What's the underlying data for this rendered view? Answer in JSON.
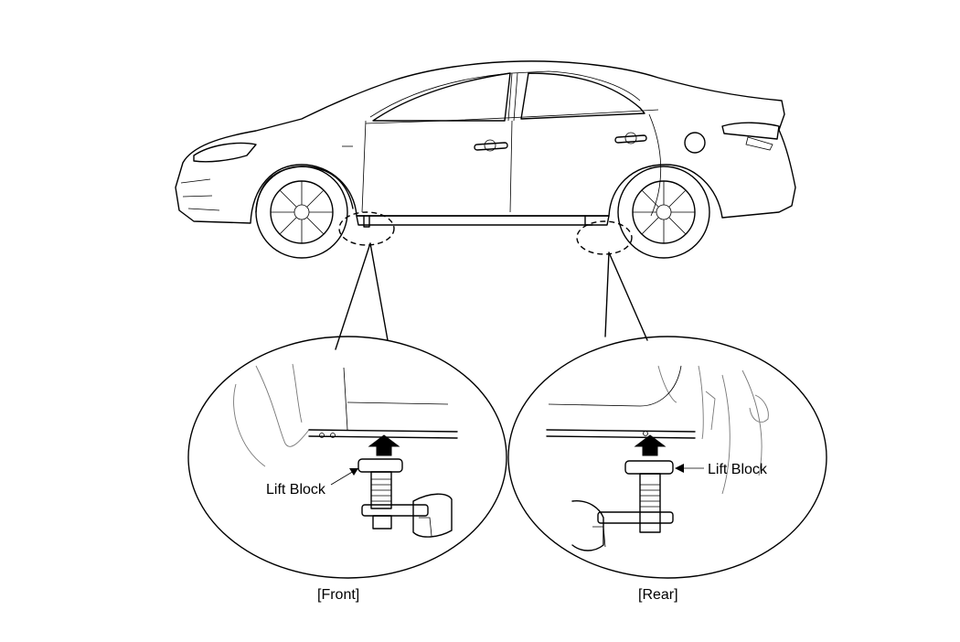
{
  "diagram": {
    "labels": {
      "front_lift": "Lift Block",
      "rear_lift": "Lift Block",
      "front_caption": "[Front]",
      "rear_caption": "[Rear]"
    }
  }
}
